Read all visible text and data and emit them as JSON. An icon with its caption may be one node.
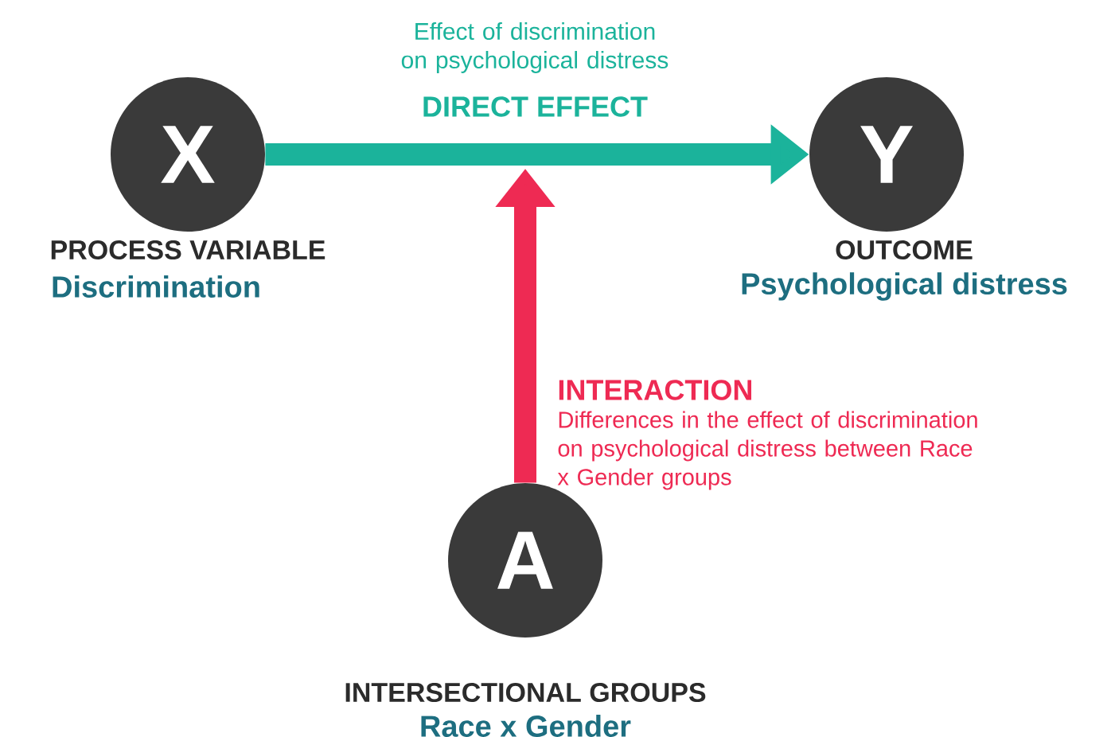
{
  "diagram": {
    "nodes": [
      {
        "text": [
          "X"
        ],
        "beside": [
          "PROCESS VARIABLE",
          "Discrimination"
        ]
      },
      {
        "text": [
          "Y"
        ],
        "beside": [
          "OUTCOME",
          "Psychological distress"
        ]
      },
      {
        "text": [
          "A"
        ],
        "beside": [
          "INTERSECTIONAL GROUPS",
          "Race x Gender"
        ]
      }
    ],
    "edges": [
      {
        "from": 0,
        "to": 1,
        "arrow": "to",
        "color": "#1bb39b"
      },
      {
        "from": 2,
        "to": null,
        "arrow": "to",
        "color": "#ee2a53"
      }
    ],
    "labels": [
      "Effect of discrimination on psychological distress",
      "DIRECT EFFECT",
      "INTERACTION",
      "Differences in the effect of discrimination on psychological distress between Race x Gender groups"
    ]
  }
}
